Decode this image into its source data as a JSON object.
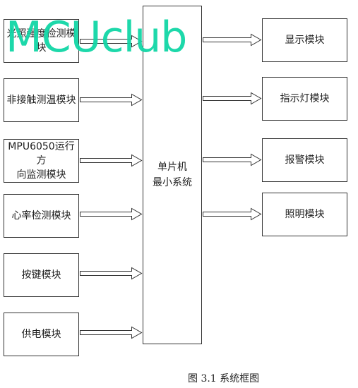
{
  "diagram": {
    "inputs": [
      {
        "label": "光照强度检测模\n块"
      },
      {
        "label": "非接触测温模块"
      },
      {
        "label": "MPU6050运行方\n向监测模块"
      },
      {
        "label": "心率检测模块"
      },
      {
        "label": "按键模块"
      },
      {
        "label": "供电模块"
      }
    ],
    "center": {
      "label": "单片机\n最小系统"
    },
    "outputs": [
      {
        "label": "显示模块"
      },
      {
        "label": "指示灯模块"
      },
      {
        "label": "报警模块"
      },
      {
        "label": "照明模块"
      }
    ],
    "caption": "图 3.1  系统框图"
  },
  "watermark": {
    "text": "MCUclub",
    "color": "#11d6a6"
  }
}
